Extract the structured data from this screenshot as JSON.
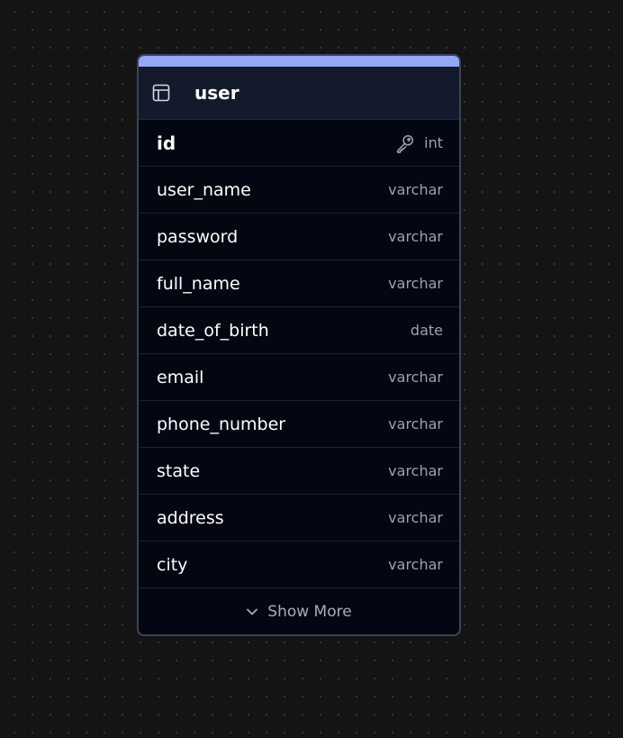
{
  "table": {
    "name": "user",
    "icon": "table-icon",
    "accent_color": "#93a9f7",
    "columns": [
      {
        "name": "id",
        "type": "int",
        "primary_key": true,
        "icon": "key-icon"
      },
      {
        "name": "user_name",
        "type": "varchar"
      },
      {
        "name": "password",
        "type": "varchar"
      },
      {
        "name": "full_name",
        "type": "varchar"
      },
      {
        "name": "date_of_birth",
        "type": "date"
      },
      {
        "name": "email",
        "type": "varchar"
      },
      {
        "name": "phone_number",
        "type": "varchar"
      },
      {
        "name": "state",
        "type": "varchar"
      },
      {
        "name": "address",
        "type": "varchar"
      },
      {
        "name": "city",
        "type": "varchar"
      }
    ],
    "show_more_label": "Show More",
    "show_more_icon": "chevron-down-icon"
  }
}
